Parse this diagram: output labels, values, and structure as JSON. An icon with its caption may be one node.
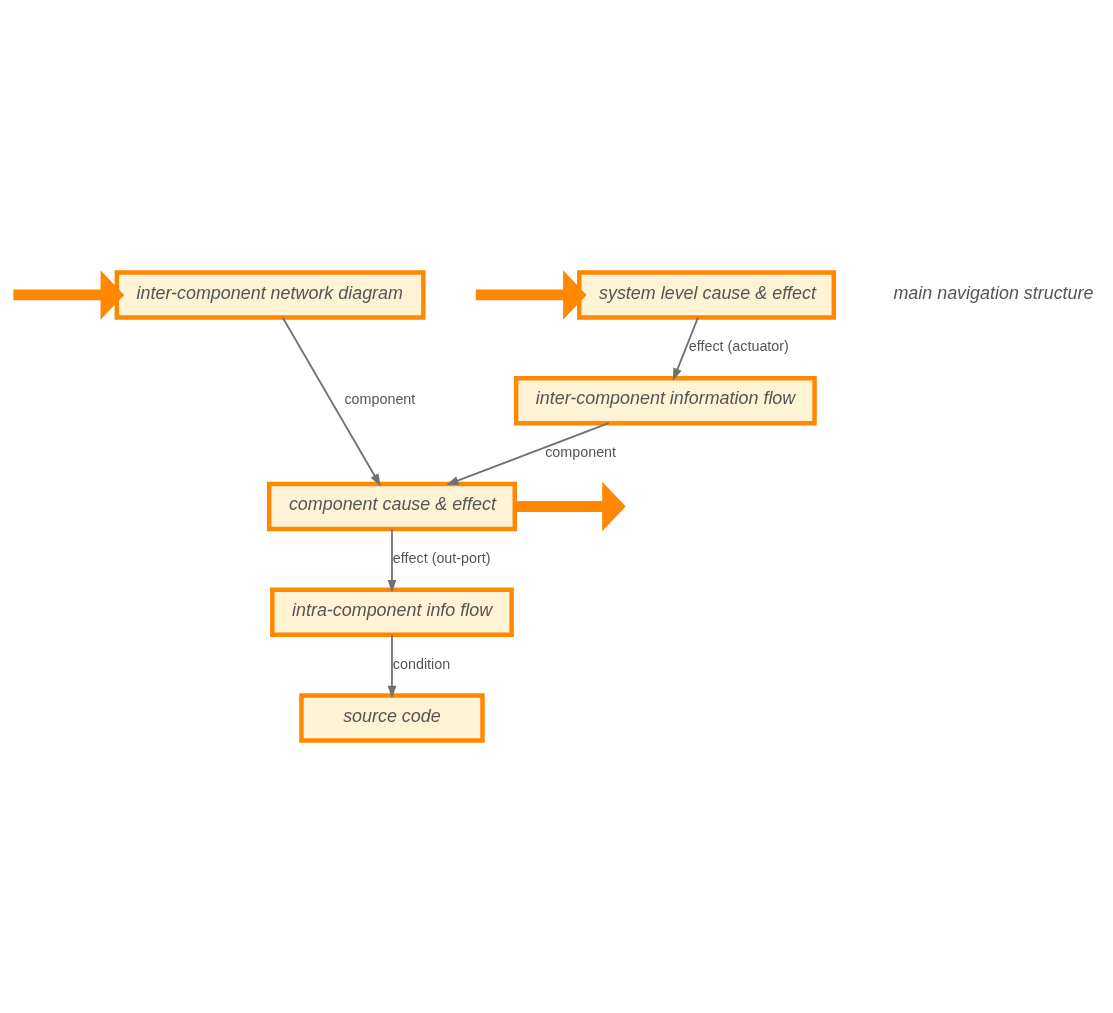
{
  "diagram": {
    "nodes": [
      {
        "text": [
          "system level cause & effect"
        ]
      },
      {
        "text": [
          "inter-component network diagram"
        ]
      },
      {
        "text": [
          "inter-component information flow"
        ]
      },
      {
        "text": [
          "component cause & effect"
        ]
      },
      {
        "text": [
          "intra-component info flow"
        ]
      },
      {
        "text": [
          "source code"
        ]
      }
    ],
    "edges": [
      {
        "from": 0,
        "to": 2,
        "arrow": "to",
        "label": "effect (actuator)"
      },
      {
        "from": 1,
        "to": 3,
        "arrow": "to",
        "label": "component"
      },
      {
        "from": 2,
        "to": 3,
        "arrow": "to",
        "label": "component"
      },
      {
        "from": 3,
        "to": 4,
        "arrow": "to",
        "label": "effect (out-port)"
      },
      {
        "from": 4,
        "to": 5,
        "arrow": "to",
        "label": "condition"
      },
      {
        "from": null,
        "to": 0,
        "arrow": "to",
        "style": "thick",
        "color": "#ff8800"
      },
      {
        "from": null,
        "to": 1,
        "arrow": "to",
        "style": "thick",
        "color": "#ff8800"
      },
      {
        "from": 3,
        "to": null,
        "arrow": "to",
        "style": "thick",
        "color": "#ff8800"
      }
    ],
    "labels": [
      "main navigation structure"
    ]
  }
}
